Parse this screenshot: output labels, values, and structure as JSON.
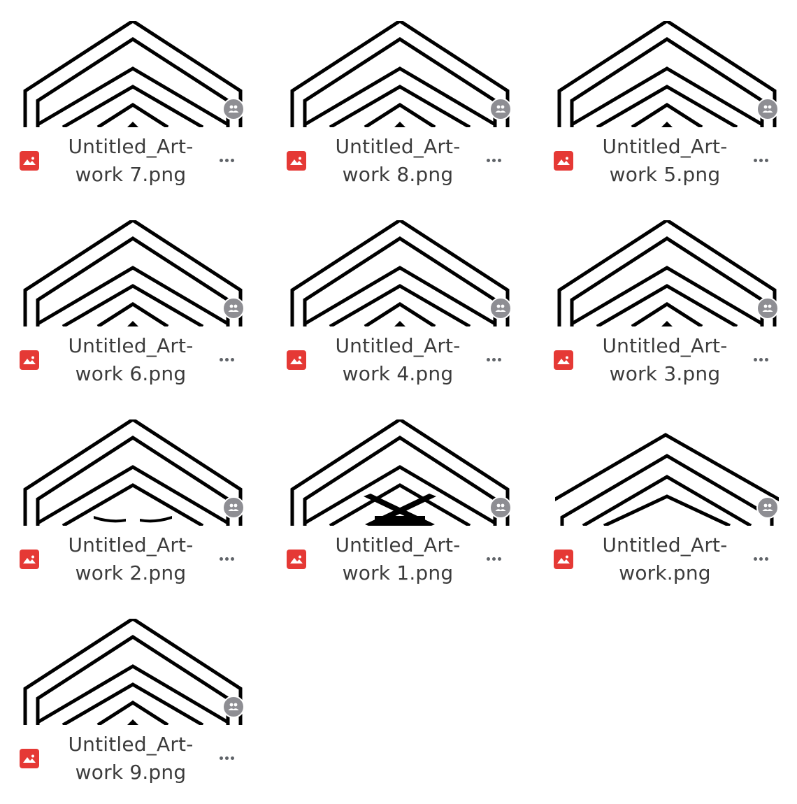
{
  "files": [
    {
      "name_line1": "Untitled_Art-",
      "name_line2": "work 7.png",
      "variant": "chevrons"
    },
    {
      "name_line1": "Untitled_Art-",
      "name_line2": "work 8.png",
      "variant": "chevrons"
    },
    {
      "name_line1": "Untitled_Art-",
      "name_line2": "work 5.png",
      "variant": "chevrons"
    },
    {
      "name_line1": "Untitled_Art-",
      "name_line2": "work 6.png",
      "variant": "chevrons"
    },
    {
      "name_line1": "Untitled_Art-",
      "name_line2": "work 4.png",
      "variant": "chevrons"
    },
    {
      "name_line1": "Untitled_Art-",
      "name_line2": "work 3.png",
      "variant": "chevrons"
    },
    {
      "name_line1": "Untitled_Art-",
      "name_line2": "work 2.png",
      "variant": "chevrons-rocker"
    },
    {
      "name_line1": "Untitled_Art-",
      "name_line2": "work 1.png",
      "variant": "chevrons-rifles"
    },
    {
      "name_line1": "Untitled_Art-",
      "name_line2": "work.png",
      "variant": "chevrons-wide"
    },
    {
      "name_line1": "Untitled_Art-",
      "name_line2": "work 9.png",
      "variant": "chevrons"
    }
  ],
  "icons": {
    "file_type": "image-file-icon",
    "shared": "shared-people-icon",
    "more": "more-options-icon"
  },
  "colors": {
    "file_icon": "#e53935",
    "badge": "#8e8e93",
    "text": "#3c3c3c",
    "artwork_stroke": "#000000"
  }
}
